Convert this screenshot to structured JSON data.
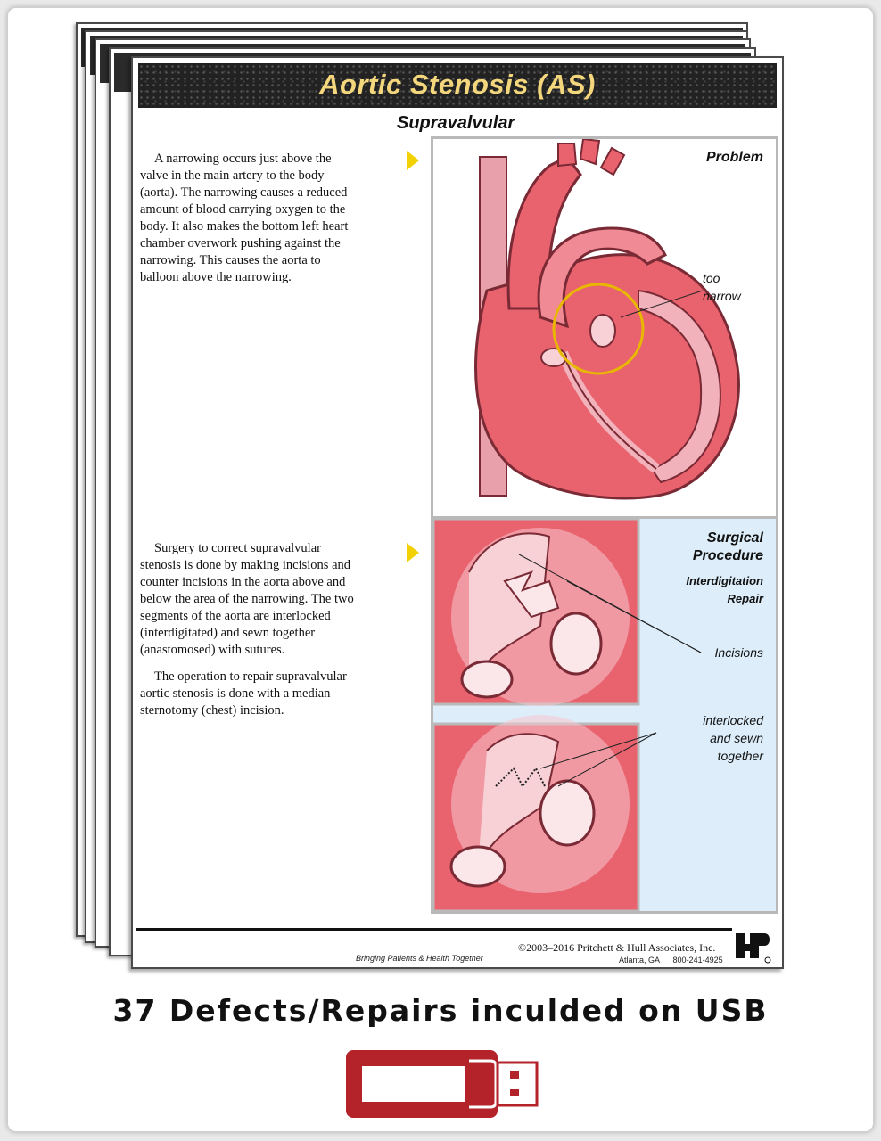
{
  "document": {
    "title": "Aortic Stenosis (AS)",
    "subtitle": "Supravalvular",
    "problem_text": "A narrowing occurs just above the valve in the main artery to the body (aorta).  The narrowing causes a reduced amount of blood carrying oxygen to the body.  It also makes the bottom left heart chamber overwork pushing against the narrowing.  This causes the aorta to balloon above the narrowing.",
    "surgery_text": "Surgery to correct supravalvular stenosis is done by making incisions and counter incisions in the aorta above and below the area of the narrowing.  The two segments of the aorta are interlocked (interdigitated) and sewn together (anastomosed) with sutures.",
    "operation_text": "The operation to repair supravalvular aortic stenosis is done with a median sternotomy (chest) incision.",
    "problem_panel": {
      "heading": "Problem",
      "callout_line1": "too",
      "callout_line2": "narrow"
    },
    "procedure_panel": {
      "heading_line1": "Surgical",
      "heading_line2": "Procedure",
      "sub_line1": "Interdigitation",
      "sub_line2": "Repair",
      "incisions_label": "Incisions",
      "sewn_line1": "interlocked",
      "sewn_line2": "and sewn",
      "sewn_line3": "together"
    },
    "footer": {
      "tagline": "Bringing Patients & Health Together",
      "copyright": "©2003–2016 Pritchett & Hull Associates, Inc.",
      "city": "Atlanta, GA",
      "phone": "800-241-4925",
      "logo_mark": "PH®"
    }
  },
  "caption": "37 Defects/Repairs inculded on USB",
  "icons": [
    "arrow-marker-icon",
    "usb-drive-icon",
    "publisher-logo-icon"
  ],
  "colors": {
    "header_title": "#f4d77c",
    "arrow": "#f2d100",
    "heart_tissue": "#e9636f",
    "procedure_bg": "#ddeefa",
    "usb": "#b5232a"
  }
}
